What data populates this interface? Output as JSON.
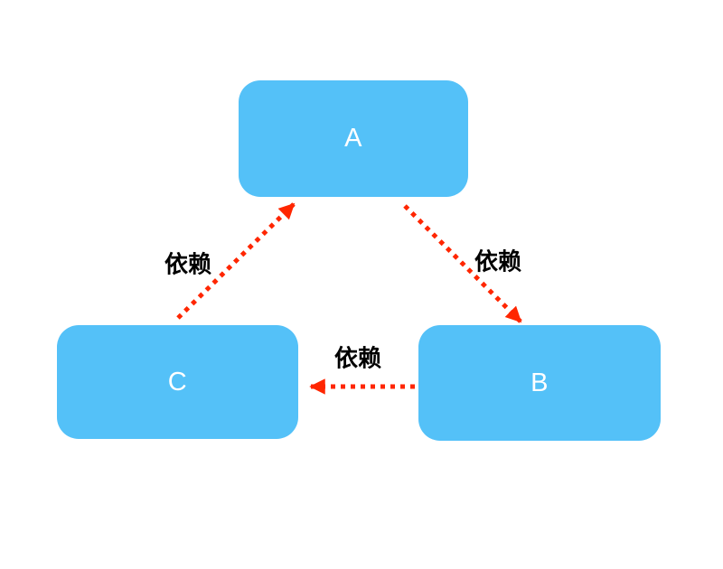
{
  "diagram": {
    "type": "dependency-cycle",
    "background_color": "#FFFFFF",
    "nodes": [
      {
        "id": "A",
        "label": "A"
      },
      {
        "id": "B",
        "label": "B"
      },
      {
        "id": "C",
        "label": "C"
      }
    ],
    "edges": [
      {
        "from": "C",
        "to": "A",
        "label": "依赖",
        "style": "dotted-arrow"
      },
      {
        "from": "A",
        "to": "B",
        "label": "依赖",
        "style": "dotted-arrow"
      },
      {
        "from": "B",
        "to": "C",
        "label": "依赖",
        "style": "dotted-arrow"
      }
    ],
    "colors": {
      "node_fill": "#54C1F8",
      "node_text": "#FFFFFF",
      "arrow": "#FF2600",
      "edge_label_text": "#000000"
    }
  }
}
